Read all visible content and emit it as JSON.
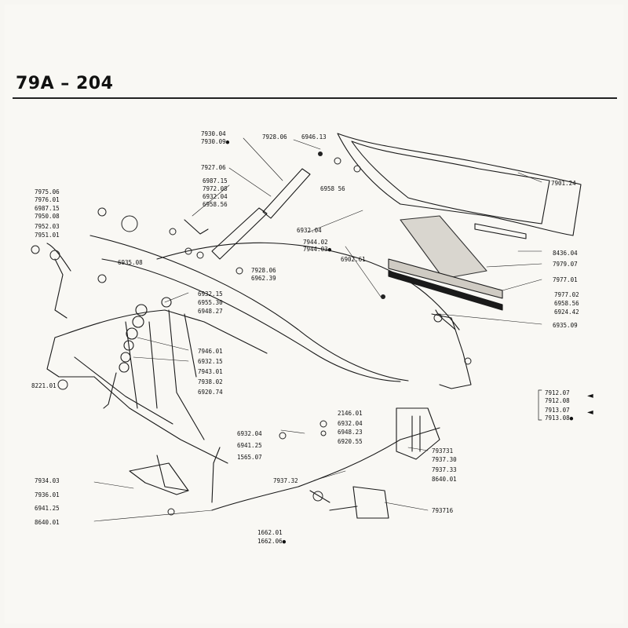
{
  "header": {
    "title": "79A – 204"
  },
  "labels": {
    "l7930_04": "7930.04",
    "l7930_09": "7930.09●",
    "l7928_06a": "7928.06",
    "l6946_13": "6946.13",
    "l7927_06": "7927.06",
    "l6987_15a": "6987.15",
    "l7972_08": "7972.08",
    "l6932_04a": "6932.04",
    "l6958_56a": "6958.56",
    "l6958_56b": "6958 56",
    "l7975_06": "7975.06",
    "l7976_01": "7976.01",
    "l6987_15b": "6987.15",
    "l7950_08": "7950.08",
    "l7952_03": "7952.03",
    "l7951_01": "7951.01",
    "l6935_08": "6935.08",
    "l6932_04b": "6932.04",
    "l7944_02": "7944.02",
    "l7944_03": "7944.03●",
    "l7928_06b": "7928.06",
    "l6962_39": "6962.39",
    "l6902_61": "6902.61",
    "l7901_24": "7901.24",
    "l8436_04": "8436.04",
    "l7979_07": "7979.07",
    "l7977_01": "7977.01",
    "l7977_02": "7977.02",
    "l6958_56c": "6958.56",
    "l6924_42": "6924.42",
    "l6935_09": "6935.09",
    "l6932_15a": "6932.15",
    "l6955_30": "6955.30",
    "l6948_27": "6948.27",
    "l7946_01": "7946.01",
    "l6932_15b": "6932.15",
    "l7943_01": "7943.01",
    "l7938_02": "7938.02",
    "l6920_74": "6920.74",
    "l8221_01": "8221.01",
    "l7912_07": "7912.07",
    "l7912_08": "7912.08",
    "l7913_07": "7913.07",
    "l7913_08": "7913.08●",
    "l2146_01": "2146.01",
    "l6932_04c": "6932.04",
    "l6932_04d": "6932.04",
    "l6948_23": "6948.23",
    "l6920_55": "6920.55",
    "l6941_25a": "6941.25",
    "l1565_07": "1565.07",
    "l793731": "793731",
    "l7937_30": "7937.30",
    "l7937_33": "7937.33",
    "l8640_01a": "8640.01",
    "l7937_32": "7937.32",
    "l7934_03": "7934.03",
    "l7936_01": "7936.01",
    "l6941_25b": "6941.25",
    "l8640_01b": "8640.01",
    "l793716": "793716",
    "l1662_01": "1662.01",
    "l1662_06": "1662.06●"
  }
}
